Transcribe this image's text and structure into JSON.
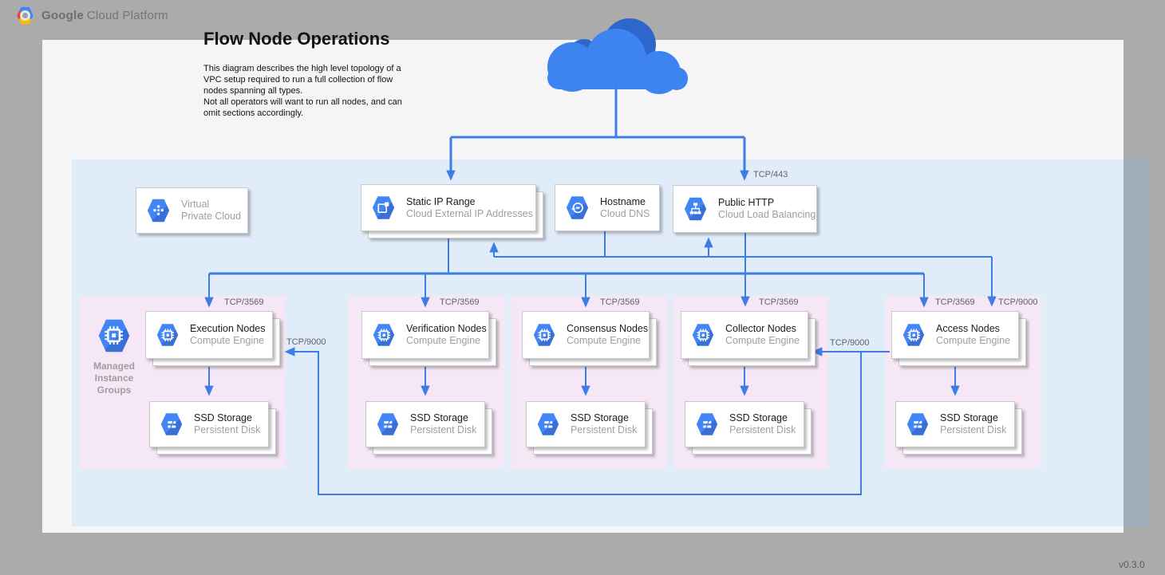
{
  "brand": {
    "bold": "Google",
    "rest": "Cloud Platform"
  },
  "title": "Flow Node Operations",
  "description": "This diagram describes the high level topology of a\nVPC setup required to run a full collection of flow\nnodes spanning all types.\nNot all operators will want to run all nodes, and can\nomit sections accordingly.",
  "version": "v0.3.0",
  "top_cards": {
    "vpc": {
      "title": "Virtual",
      "subtitle": "Private Cloud"
    },
    "static_ip": {
      "title": "Static IP Range",
      "subtitle": "Cloud External IP Addresses"
    },
    "hostname": {
      "title": "Hostname",
      "subtitle": "Cloud DNS"
    },
    "public_http": {
      "title": "Public HTTP",
      "subtitle": "Cloud Load Balancing"
    }
  },
  "mig": {
    "line1": "Managed",
    "line2": "Instance",
    "line3": "Groups"
  },
  "zones": [
    {
      "node_title": "Execution Nodes",
      "node_subtitle": "Compute Engine",
      "storage_title": "SSD Storage",
      "storage_subtitle": "Persistent Disk"
    },
    {
      "node_title": "Verification Nodes",
      "node_subtitle": "Compute Engine",
      "storage_title": "SSD Storage",
      "storage_subtitle": "Persistent Disk"
    },
    {
      "node_title": "Consensus Nodes",
      "node_subtitle": "Compute Engine",
      "storage_title": "SSD Storage",
      "storage_subtitle": "Persistent Disk"
    },
    {
      "node_title": "Collector Nodes",
      "node_subtitle": "Compute Engine",
      "storage_title": "SSD Storage",
      "storage_subtitle": "Persistent Disk"
    },
    {
      "node_title": "Access Nodes",
      "node_subtitle": "Compute Engine",
      "storage_title": "SSD Storage",
      "storage_subtitle": "Persistent Disk"
    }
  ],
  "labels": {
    "tcp443": "TCP/443",
    "tcp3569": "TCP/3569",
    "tcp9000": "TCP/9000"
  },
  "colors": {
    "accent_blue": "#4285F4",
    "line_blue": "#3E7DE7",
    "vpc_fill": "#E0EDF9",
    "zone_fill": "#F5E7F5",
    "cloud_front": "#3D84F1",
    "cloud_back": "#2E66CC"
  }
}
